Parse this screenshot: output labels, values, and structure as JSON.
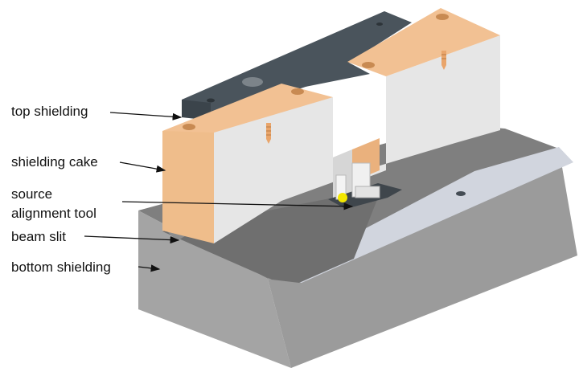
{
  "labels": {
    "top_shielding": "top shielding",
    "shielding_cake": "shielding cake",
    "source": "source",
    "alignment_tool": "alignment tool",
    "beam_slit": "beam slit",
    "bottom_shielding": "bottom shielding"
  },
  "colors": {
    "steel_dark": "#4a545c",
    "copper": "#f0bd8c",
    "cake_side": "#e6e6e6",
    "base_top": "#7e7e7e",
    "base_front": "#a3a3a3",
    "base_right": "#9a9a9a",
    "ramp": "#cfd3dc",
    "source_marker": "#f2e600"
  }
}
